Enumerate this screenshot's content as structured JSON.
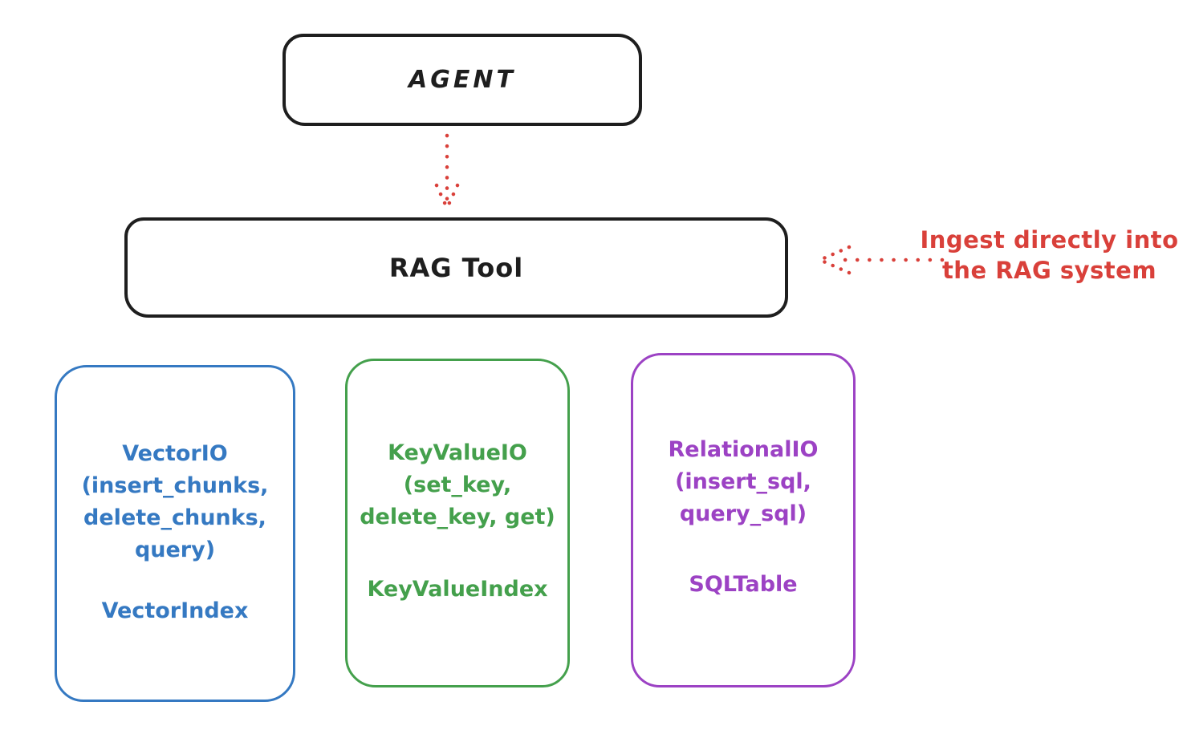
{
  "agent": {
    "label": "AGENT"
  },
  "rag_tool": {
    "label": "RAG Tool"
  },
  "annotation": {
    "lines": [
      "Ingest directly into",
      "the RAG system"
    ],
    "color": "#d9403a"
  },
  "modules": [
    {
      "id": "vector-io",
      "lines": [
        "VectorIO",
        "(insert_chunks,",
        "delete_chunks,",
        "query)"
      ],
      "index_label": "VectorIndex",
      "color": "#3579c2"
    },
    {
      "id": "keyvalue-io",
      "lines": [
        "KeyValueIO",
        "(set_key,",
        "delete_key, get)"
      ],
      "index_label": "KeyValueIndex",
      "color": "#44a04c"
    },
    {
      "id": "relational-io",
      "lines": [
        "RelationalIO",
        "(insert_sql,",
        "query_sql)"
      ],
      "index_label": "SQLTable",
      "color": "#9c42c4"
    }
  ],
  "colors": {
    "stroke": "#1e1e1e",
    "accent_red": "#d9403a",
    "background": "#ffffff"
  }
}
